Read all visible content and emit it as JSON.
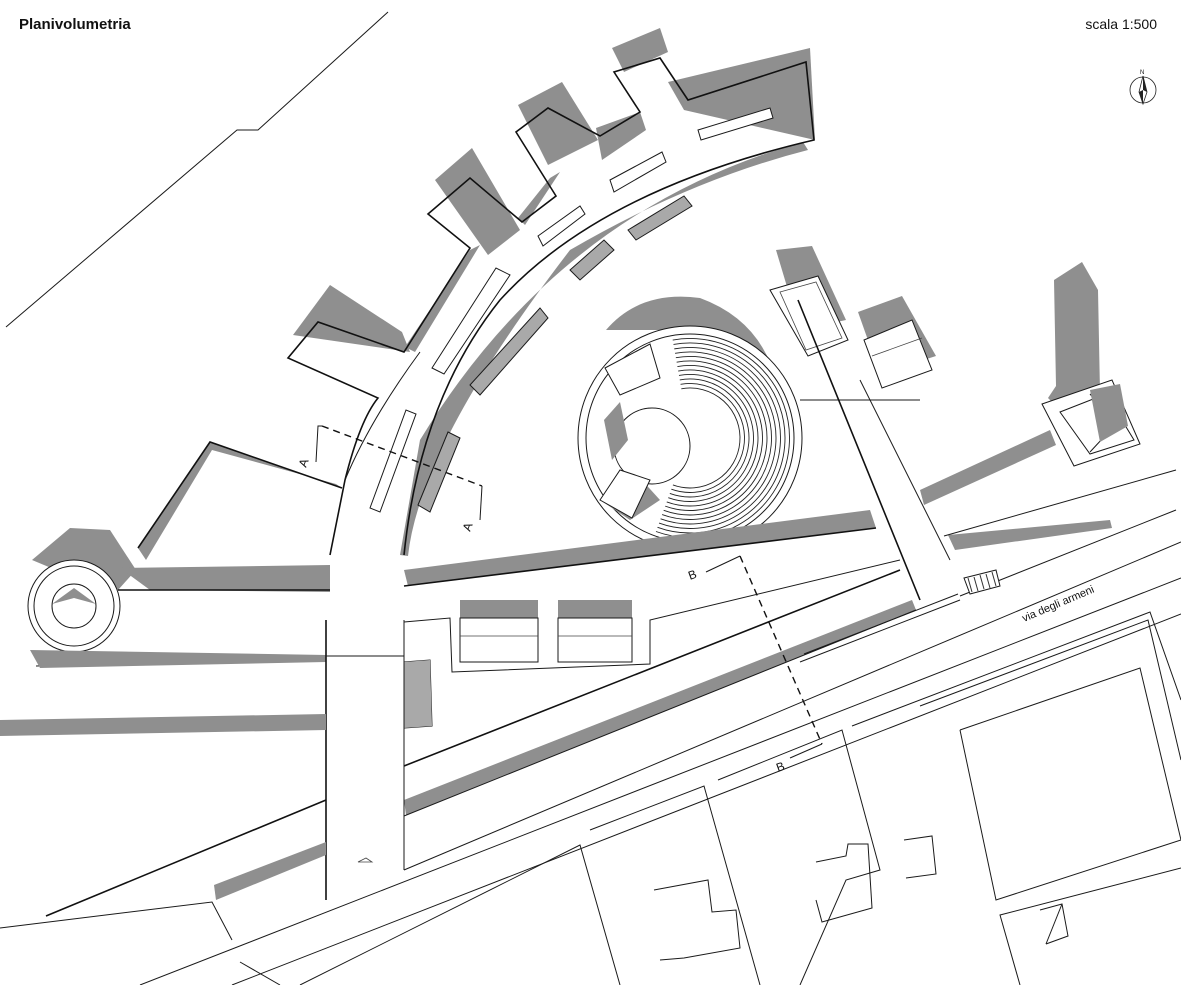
{
  "header": {
    "title": "Planivolumetria",
    "scale": "scala 1:500"
  },
  "north_arrow": {
    "label": "N",
    "icon": "north-arrow-icon"
  },
  "streets": [
    {
      "label": "via degli armeni"
    }
  ],
  "sections": [
    {
      "start": "A",
      "end": "A"
    },
    {
      "start": "B",
      "end": "B"
    }
  ],
  "colors": {
    "shadow": "#8f8f8f",
    "line": "#1a1a1a",
    "background": "#ffffff"
  }
}
